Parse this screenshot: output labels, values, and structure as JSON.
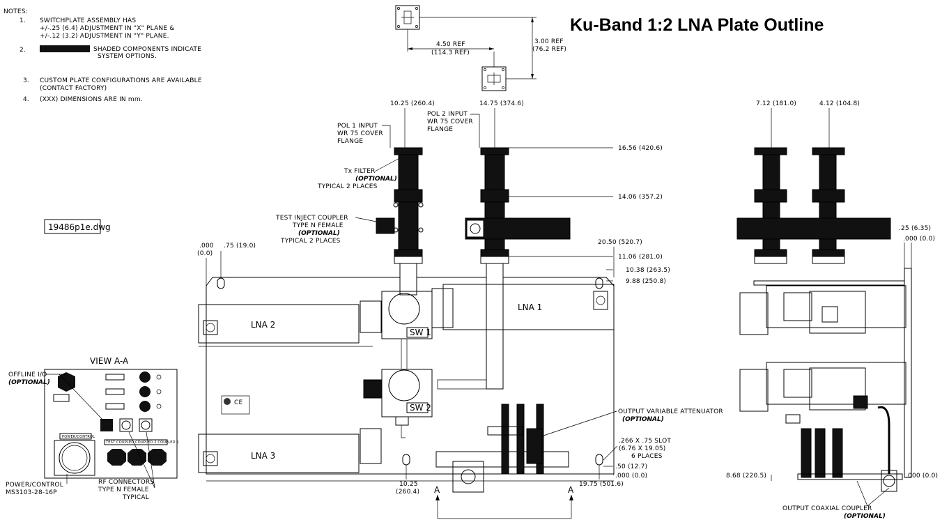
{
  "title": "Ku-Band 1:2 LNA Plate Outline",
  "filename": "19486p1e.dwg",
  "notes": {
    "header": "NOTES:",
    "n1_num": "1.",
    "n1_l1": "SWITCHPLATE ASSEMBLY HAS",
    "n1_l2": "+/-.25 (6.4) ADJUSTMENT IN \"X\" PLANE &",
    "n1_l3": "+/-.12 (3.2) ADJUSTMENT IN \"Y\" PLANE.",
    "n2_num": "2.",
    "n2_l1": "SHADED COMPONENTS INDICATE",
    "n2_l2": "SYSTEM OPTIONS.",
    "n3_num": "3.",
    "n3_l1": "CUSTOM PLATE CONFIGURATIONS ARE AVAILABLE",
    "n3_l2": "(CONTACT FACTORY)",
    "n4_num": "4.",
    "n4_l1": "(XXX) DIMENSIONS ARE IN mm."
  },
  "ref": {
    "h1": "4.50 REF",
    "h2": "(114.3 REF)",
    "v1": "3.00 REF",
    "v2": "(76.2 REF)"
  },
  "labels": {
    "pol1_l1": "POL 1 INPUT",
    "pol1_l2": "WR 75 COVER",
    "pol1_l3": "FLANGE",
    "pol2_l1": "POL 2 INPUT",
    "pol2_l2": "WR 75 COVER",
    "pol2_l3": "FLANGE",
    "tx_l1": "Tx FILTER",
    "tx_l2": "(OPTIONAL)",
    "tx_l3": "TYPICAL 2 PLACES",
    "tic_l1": "TEST INJECT COUPLER",
    "tic_l2": "TYPE N FEMALE",
    "tic_l3": "(OPTIONAL)",
    "tic_l4": "TYPICAL 2 PLACES",
    "lna1": "LNA 1",
    "lna2": "LNA 2",
    "lna3": "LNA 3",
    "sw1": "SW 1",
    "sw2": "SW 2",
    "ova_l1": "OUTPUT VARIABLE ATTENUATOR",
    "ova_l2": "(OPTIONAL)",
    "slot_l1": ".266 X .75 SLOT",
    "slot_l2": "(6.76 X 19.05)",
    "slot_l3": "6 PLACES",
    "occ_l1": "OUTPUT COAXIAL COUPLER",
    "occ_l2": "(OPTIONAL)",
    "view": "VIEW A-A",
    "offline_l1": "OFFLINE I/O",
    "offline_l2": "(OPTIONAL)",
    "pc_l1": "POWER/CONTROL",
    "pc_l2": "MS3103-28-16P",
    "rf_l1": "RF CONNECTORS",
    "rf_l2": "TYPE N FEMALE",
    "rf_l3": "TYPICAL",
    "a_left": "A",
    "a_right": "A",
    "ce": "CE",
    "power_control_panel": "POWER/CONTROL",
    "coupler_panel": "TEST COUPLED  COUPLED 2   COUPLED 1"
  },
  "dims": {
    "d1025": "10.25 (260.4)",
    "d1475": "14.75 (374.6)",
    "d1656": "16.56 (420.6)",
    "d1406": "14.06 (357.2)",
    "d1106": "11.06 (281.0)",
    "d1038": "10.38 (263.5)",
    "d988": "9.88 (250.8)",
    "d2050": "20.50 (520.7)",
    "d000a": ".000",
    "d000b": "(0.0)",
    "d075": ".75 (19.0)",
    "d050": ".50 (12.7)",
    "d000c": ".000 (0.0)",
    "d1025b1": "10.25",
    "d1025b2": "(260.4)",
    "d1975": "19.75 (501.6)",
    "d712": "7.12 (181.0)",
    "d412": "4.12 (104.8)",
    "d025": ".25 (6.35)",
    "d000d": ".000 (0.0)",
    "d868": "8.68 (220.5)",
    "d000e": ".000 (0.0)"
  }
}
